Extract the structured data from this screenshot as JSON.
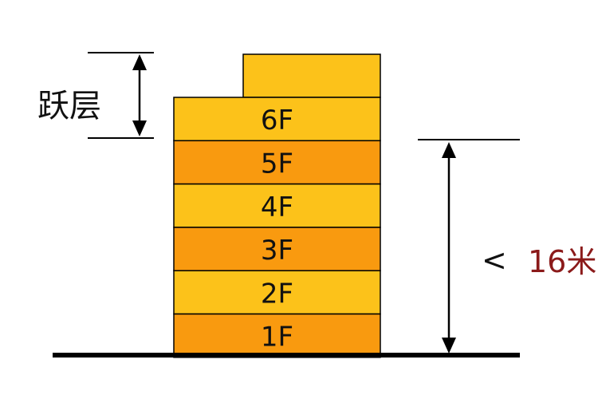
{
  "diagram": {
    "loft_label": "跃层",
    "height_lt": "<",
    "height_value": "16米",
    "floors": [
      {
        "label": "6F",
        "color": "#FCC21A"
      },
      {
        "label": "5F",
        "color": "#F99A0F"
      },
      {
        "label": "4F",
        "color": "#FCC21A"
      },
      {
        "label": "3F",
        "color": "#F99A0F"
      },
      {
        "label": "2F",
        "color": "#FCC21A"
      },
      {
        "label": "1F",
        "color": "#F99A0F"
      }
    ],
    "loft_color": "#FCC21A",
    "height_value_color": "#8B1A1A",
    "line_color": "#000000"
  }
}
